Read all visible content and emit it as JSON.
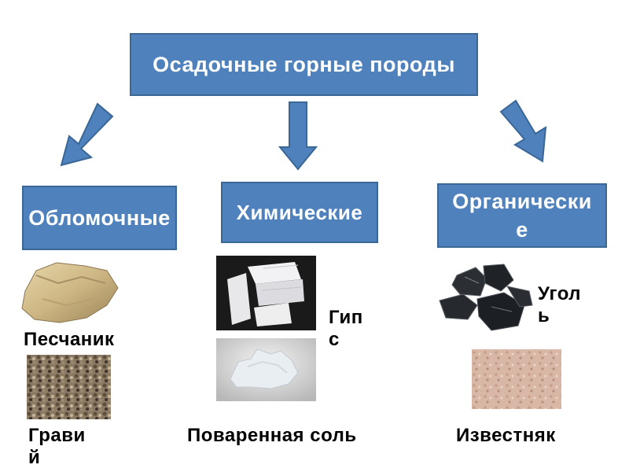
{
  "diagram": {
    "root": "Осадочные горные породы",
    "categories": {
      "clastic": "Обломочные",
      "chemical": "Химические",
      "organic": "Органические"
    },
    "rocks": {
      "sandstone": "Песчаник",
      "gravel": "Гравий",
      "gypsum": "Гипс",
      "salt": "Поваренная соль",
      "coal": "Уголь",
      "limestone": "Известняк"
    },
    "colors": {
      "box_fill": "#4f81bd",
      "box_border": "#3a6796",
      "text_on_box": "#ffffff"
    }
  }
}
